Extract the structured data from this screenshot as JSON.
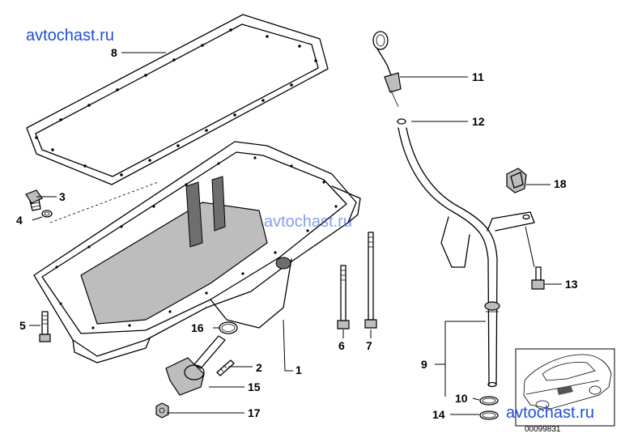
{
  "watermarks": [
    "avtochast.ru",
    "avtochast.ru",
    "avtochast.ru"
  ],
  "document_number": "00099831",
  "callouts": [
    "1",
    "2",
    "3",
    "4",
    "5",
    "6",
    "7",
    "8",
    "9",
    "10",
    "11",
    "12",
    "13",
    "14",
    "15",
    "16",
    "17",
    "18"
  ],
  "colors": {
    "watermark": "#1f4fd8",
    "line": "#000000",
    "shading": "#bdbdbd"
  }
}
